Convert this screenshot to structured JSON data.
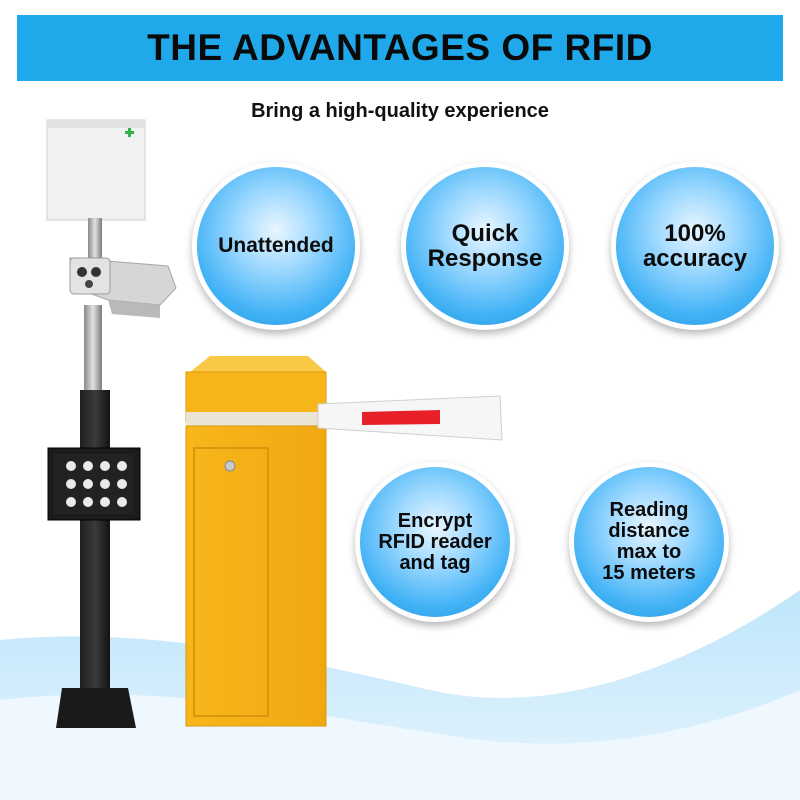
{
  "banner": {
    "title": "THE ADVANTAGES OF RFID",
    "color": "#1fa9ea"
  },
  "subtitle": "Bring a high-quality experience",
  "features": [
    {
      "label": "Unattended"
    },
    {
      "label": "Quick\nResponse"
    },
    {
      "label": "100%\naccuracy"
    },
    {
      "label": "Encrypt\nRFID reader\nand tag"
    },
    {
      "label": "Reading\ndistance\nmax to\n15 meters"
    }
  ],
  "colors": {
    "bubble": "#43b3f6",
    "gate": "#f3b116",
    "barrier_stripe": "#e8202a",
    "wave": "#8fd2f7"
  }
}
